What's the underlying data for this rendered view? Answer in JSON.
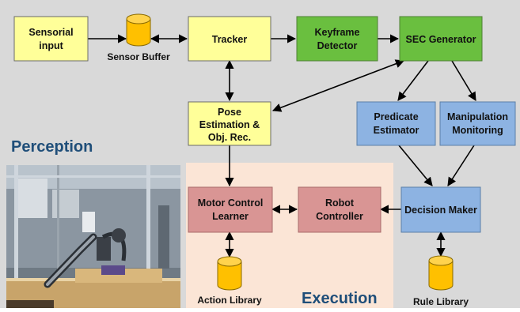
{
  "colors": {
    "perception_bg": "#d9d9d9",
    "execution_bg": "#fbe5d6",
    "yellow_box": "#ffff99",
    "green_box": "#6abf3f",
    "blue_box": "#8db3e2",
    "red_box": "#d99594",
    "database": "#ffc000",
    "region_label": "#1f4e79"
  },
  "regions": {
    "perception": "Perception",
    "execution": "Execution"
  },
  "nodes": {
    "sensorial_input": [
      "Sensorial",
      "input"
    ],
    "tracker": [
      "Tracker"
    ],
    "keyframe_detector": [
      "Keyframe",
      "Detector"
    ],
    "sec_generator": [
      "SEC Generator"
    ],
    "pose_estimation": [
      "Pose",
      "Estimation &",
      "Obj. Rec."
    ],
    "predicate_estimator": [
      "Predicate",
      "Estimator"
    ],
    "manipulation_monitoring": [
      "Manipulation",
      "Monitoring"
    ],
    "motor_control_learner": [
      "Motor Control",
      "Learner"
    ],
    "robot_controller": [
      "Robot",
      "Controller"
    ],
    "decision_maker": [
      "Decision Maker"
    ]
  },
  "databases": {
    "sensor_buffer": "Sensor Buffer",
    "action_library": "Action Library",
    "rule_library": "Rule Library"
  },
  "photo": {
    "icon": "robot-lab-photo"
  }
}
